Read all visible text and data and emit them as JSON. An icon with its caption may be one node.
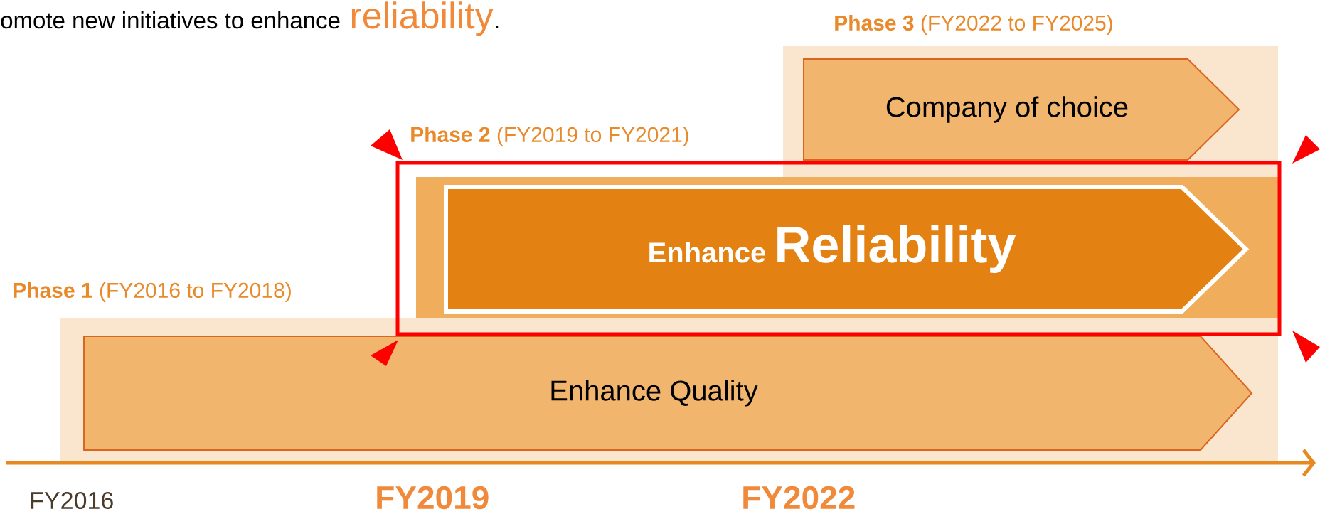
{
  "diagram": {
    "nodes": [
      {
        "text": [
          "**Phase 3** (FY2022 to FY2025)"
        ]
      },
      {
        "text": [
          "Company of choice"
        ],
        "in": 0
      },
      {
        "text": [
          "**Phase 2** (FY2019 to FY2021)"
        ]
      },
      {
        "text": [
          "Enhance",
          "Reliability"
        ],
        "in": 2
      },
      {
        "text": [
          "**Phase 1** (FY2016 to FY2018)"
        ]
      },
      {
        "text": [
          "Enhance Quality"
        ],
        "in": 4
      }
    ],
    "labels": [
      "omote new initiatives to enhance",
      "reliability",
      ".",
      "FY2016",
      "FY2019",
      "FY2022"
    ]
  }
}
